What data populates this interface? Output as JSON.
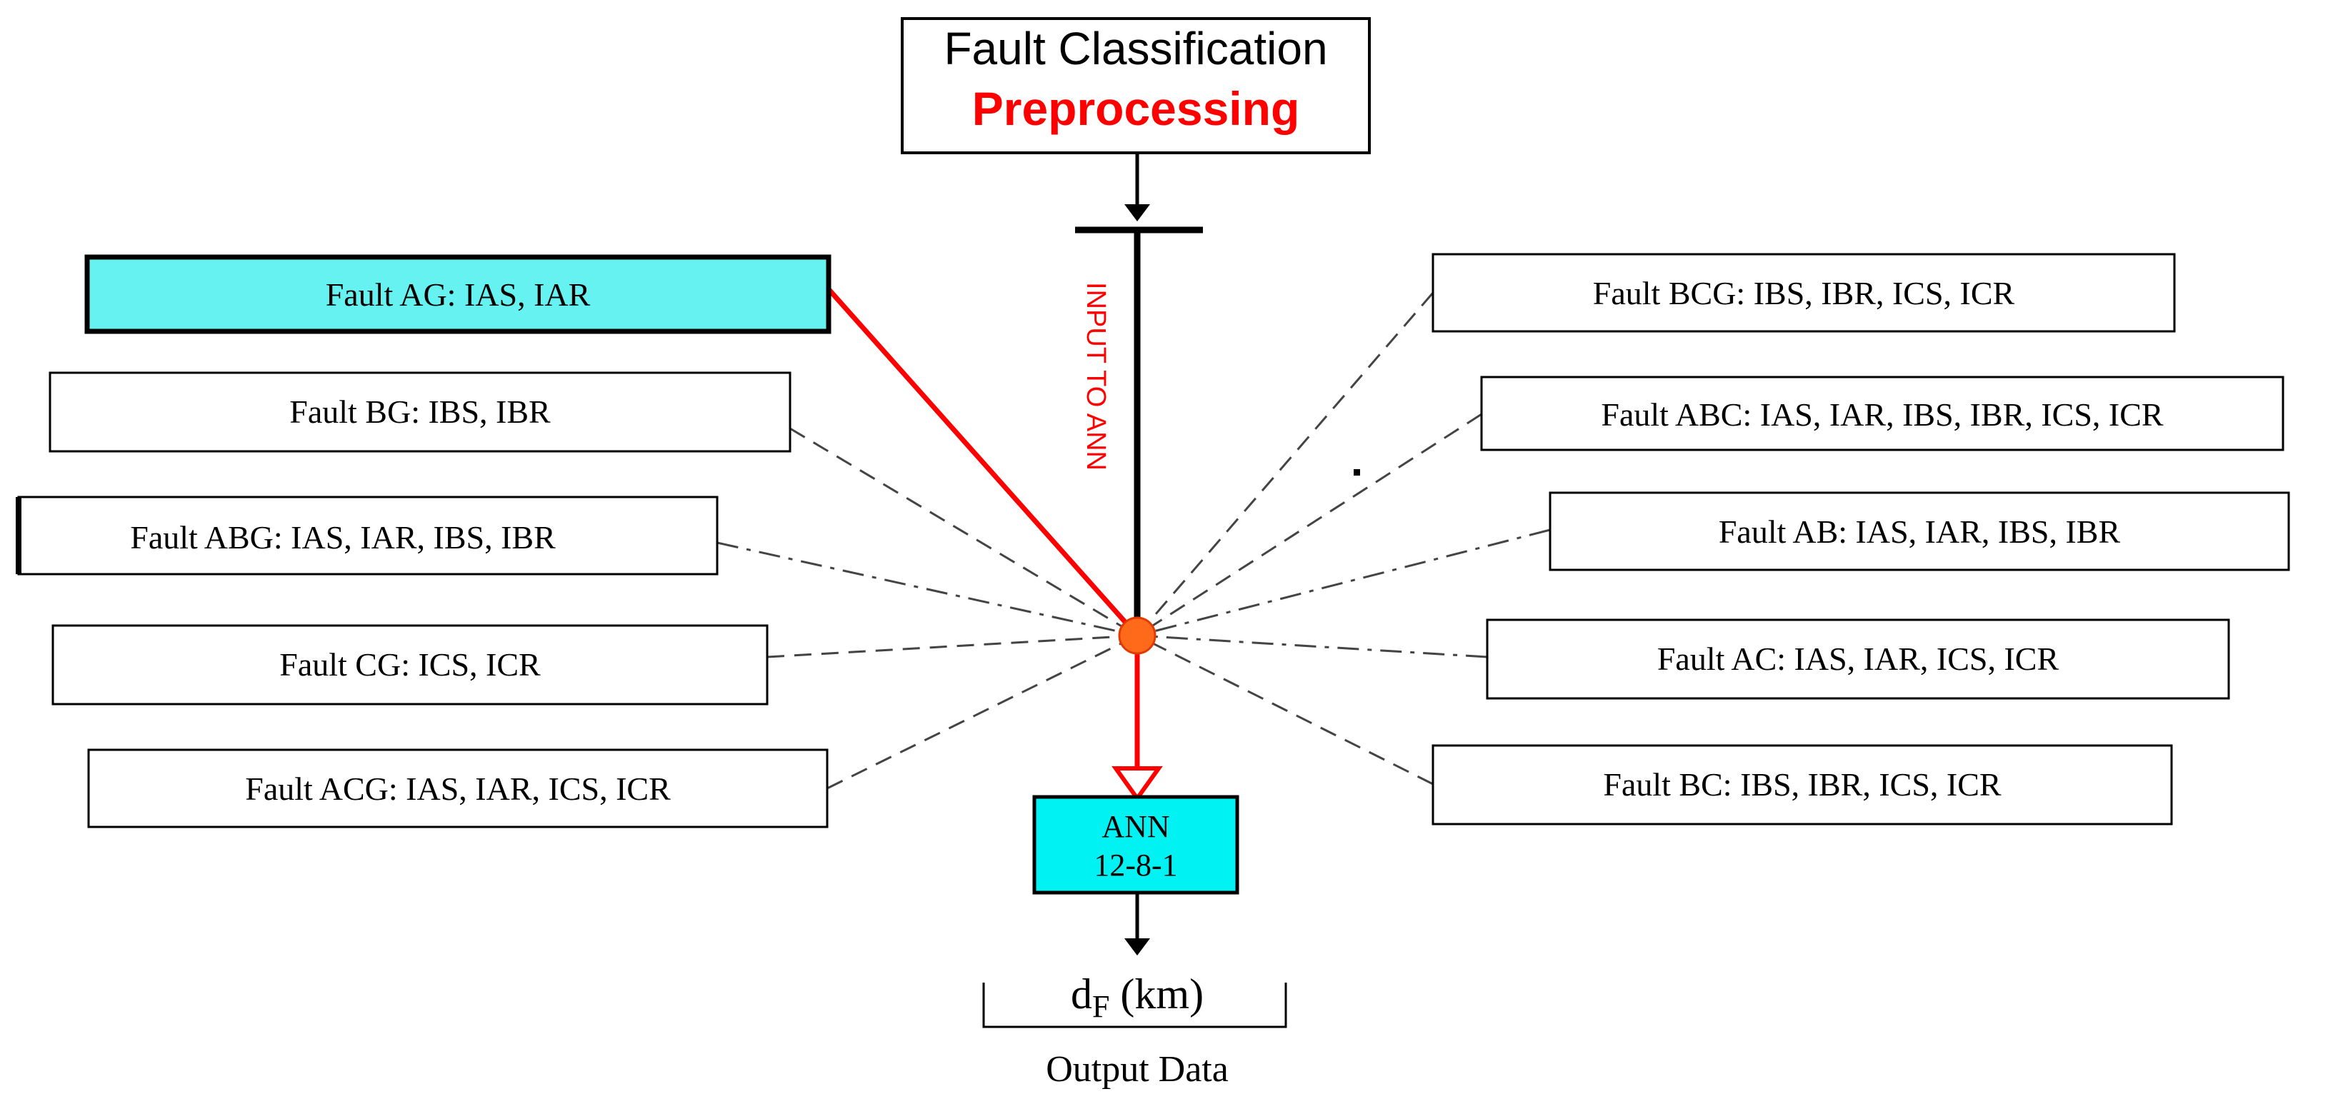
{
  "header": {
    "title": "Fault Classification",
    "subtitle": "Preprocessing"
  },
  "input_label": "INPUT TO ANN",
  "left_faults": [
    {
      "label": "Fault AG: IAS, IAR",
      "highlighted": true
    },
    {
      "label": "Fault BG: IBS, IBR",
      "highlighted": false
    },
    {
      "label": "Fault ABG: IAS, IAR, IBS, IBR",
      "highlighted": false
    },
    {
      "label": "Fault CG: ICS, ICR",
      "highlighted": false
    },
    {
      "label": "Fault ACG: IAS, IAR, ICS, ICR",
      "highlighted": false
    }
  ],
  "right_faults": [
    {
      "label": "Fault BCG: IBS, IBR, ICS, ICR"
    },
    {
      "label": "Fault ABC: IAS, IAR, IBS, IBR, ICS, ICR"
    },
    {
      "label": "Fault AB: IAS, IAR, IBS, IBR"
    },
    {
      "label": "Fault AC: IAS, IAR, ICS, ICR"
    },
    {
      "label": "Fault BC: IBS, IBR, ICS, ICR"
    }
  ],
  "ann": {
    "line1": "ANN",
    "line2": "12-8-1"
  },
  "output": {
    "symbol": "d",
    "subscript": "F",
    "unit": " (km)",
    "caption": "Output Data"
  },
  "colors": {
    "highlight_fill": "#66f2f0",
    "ann_fill": "#00f2f2",
    "accent_red": "#ff0000",
    "node_fill": "#ff6a1a"
  }
}
